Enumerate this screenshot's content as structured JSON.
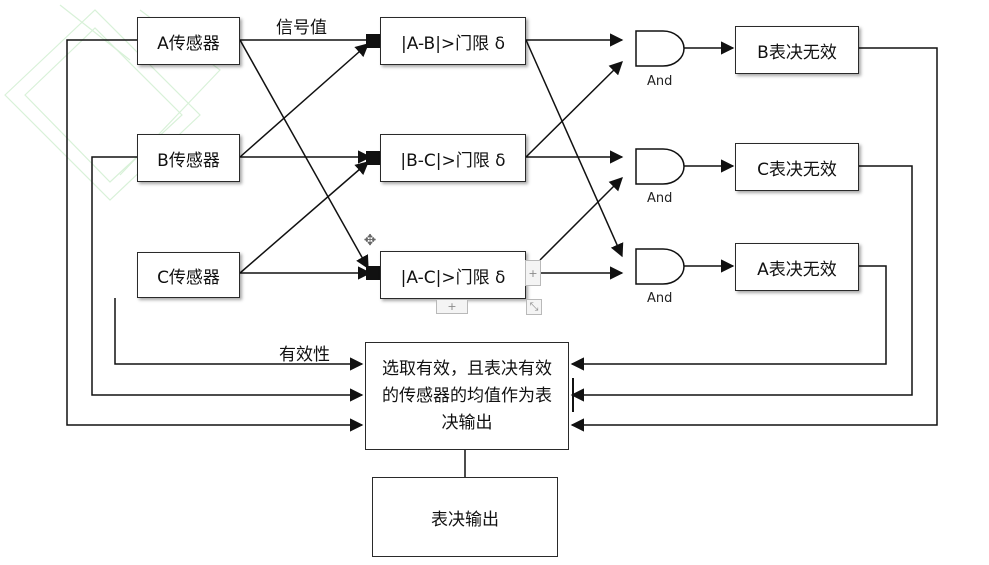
{
  "sensors": {
    "a": "A传感器",
    "b": "B传感器",
    "c": "C传感器"
  },
  "comparators": {
    "ab": "|A-B|>门限 δ",
    "bc": "|B-C|>门限 δ",
    "ac": "|A-C|>门限 δ"
  },
  "gates": {
    "g1": "And",
    "g2": "And",
    "g3": "And"
  },
  "invalid": {
    "b": "B表决无效",
    "c": "C表决无效",
    "a": "A表决无效"
  },
  "labels": {
    "signal": "信号值",
    "validity": "有效性"
  },
  "selector": {
    "text": "选取有效，且表决有效的传感器的均值作为表决输出"
  },
  "output": {
    "text": "表决输出"
  },
  "editor_handles": {
    "move": "✥",
    "plus_right": "+",
    "plus_bottom": "+",
    "resize": "⤡"
  }
}
